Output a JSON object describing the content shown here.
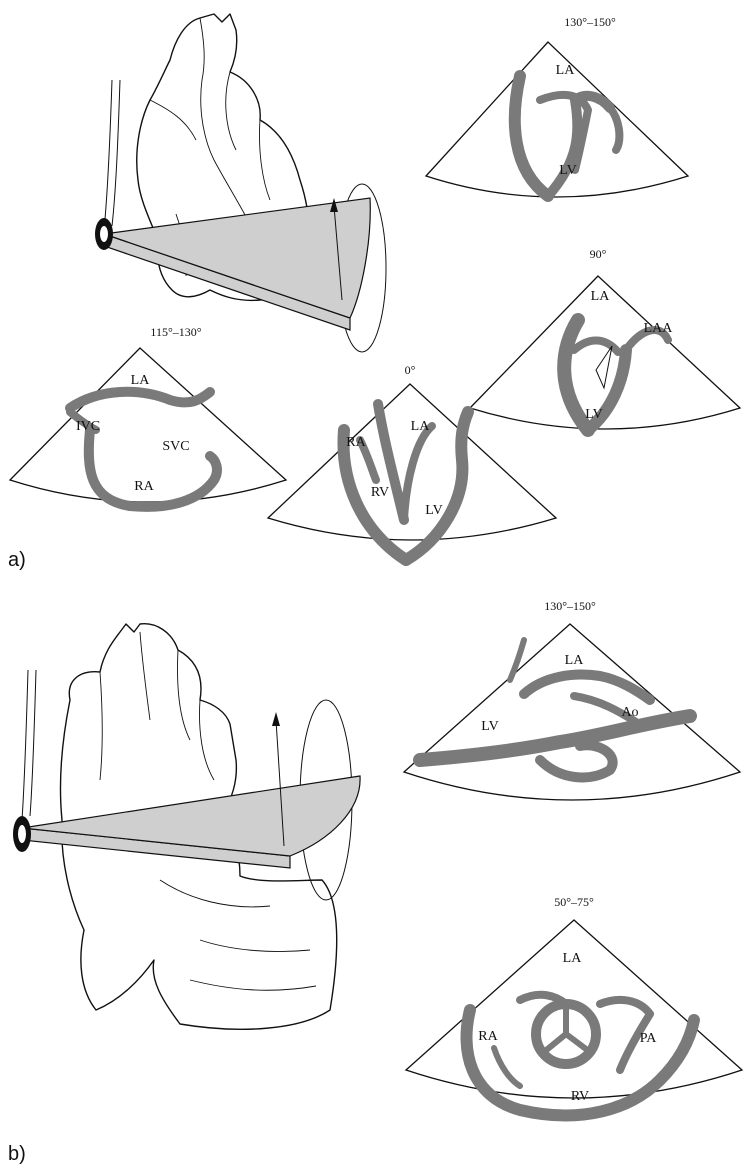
{
  "panel_a": {
    "label": "a)",
    "views": {
      "v130_150": {
        "angle": "130°–150°",
        "labels": [
          "LA",
          "LV"
        ]
      },
      "v90": {
        "angle": "90°",
        "labels": [
          "LA",
          "LAA",
          "LV"
        ]
      },
      "v115_130": {
        "angle": "115°–130°",
        "labels": [
          "LA",
          "IVC",
          "SVC",
          "RA"
        ]
      },
      "v0": {
        "angle": "0°",
        "labels": [
          "RA",
          "LA",
          "RV",
          "LV"
        ]
      }
    }
  },
  "panel_b": {
    "label": "b)",
    "views": {
      "v130_150": {
        "angle": "130°–150°",
        "labels": [
          "LA",
          "LV",
          "Ao"
        ]
      },
      "v50_75": {
        "angle": "50°–75°",
        "labels": [
          "LA",
          "RA",
          "PA",
          "RV"
        ]
      }
    }
  }
}
